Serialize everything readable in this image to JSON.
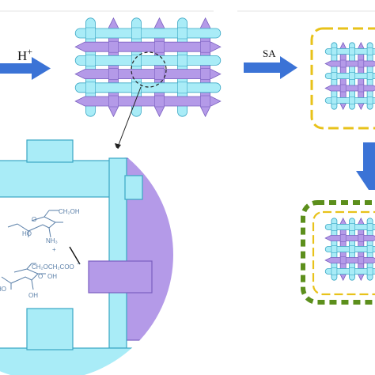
{
  "steps": {
    "acid": {
      "label": "H",
      "superscript": "+"
    },
    "sa": {
      "label": "SA"
    }
  },
  "chemistry": {
    "amine_ring": {
      "ch2oh": "CH₂OH",
      "ho": "HO",
      "o": "O",
      "nh3": "NH₃",
      "plus": "+"
    },
    "carboxyl_ring": {
      "side_chain": "CH₂OCH₂COO",
      "minus": "−",
      "o": "O",
      "ho_left": "HO",
      "oh_bottom": "OH",
      "oh_right": "OH"
    }
  },
  "colors": {
    "cyan_fiber": "#a9ecf7",
    "cyan_stroke": "#3aa6c4",
    "purple_fiber": "#b49ae8",
    "purple_stroke": "#7a5fc0",
    "arrow_blue": "#3b73d6",
    "frame_yellow": "#e8c21a",
    "frame_green": "#5c8f1c",
    "chem_line": "#5a7fa8"
  }
}
